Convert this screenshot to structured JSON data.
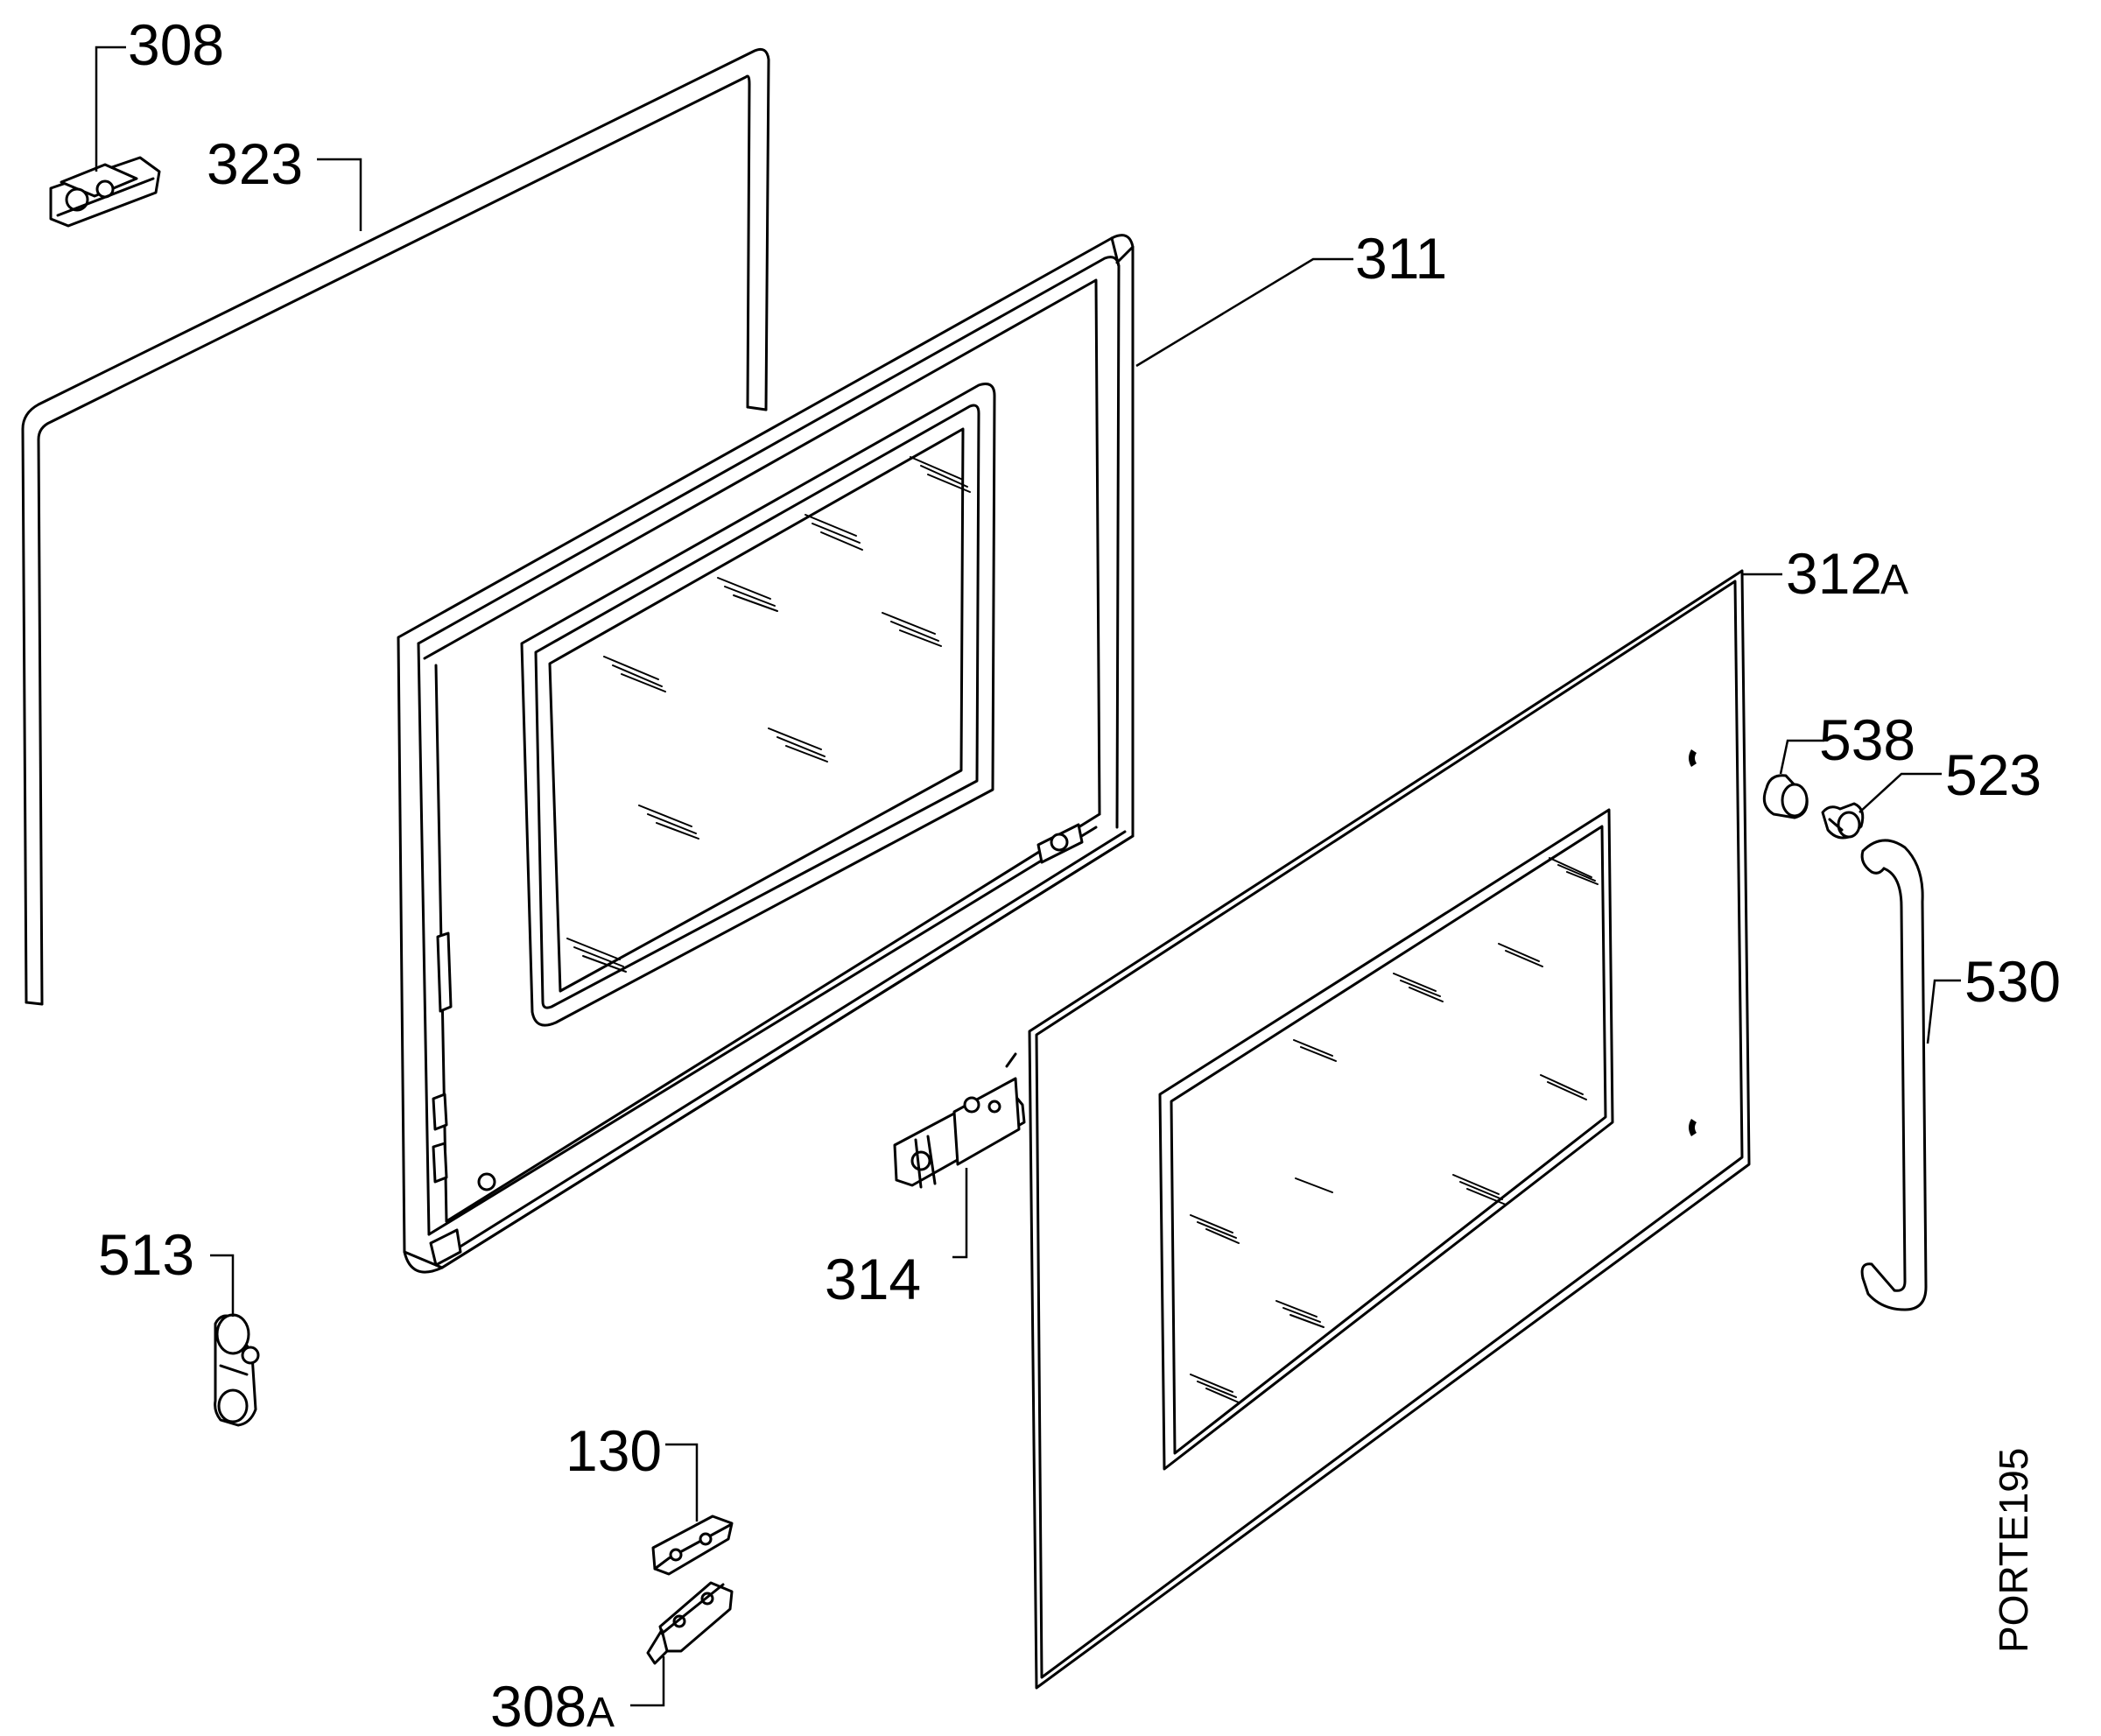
{
  "labels": {
    "l308": "308",
    "l323": "323",
    "l311": "311",
    "l312a_num": "312",
    "l312a_suf": "A",
    "l538": "538",
    "l523": "523",
    "l530": "530",
    "l513": "513",
    "l314": "314",
    "l130": "130",
    "l308a_num": "308",
    "l308a_suf": "A"
  },
  "drawing_code": "PORTE195"
}
